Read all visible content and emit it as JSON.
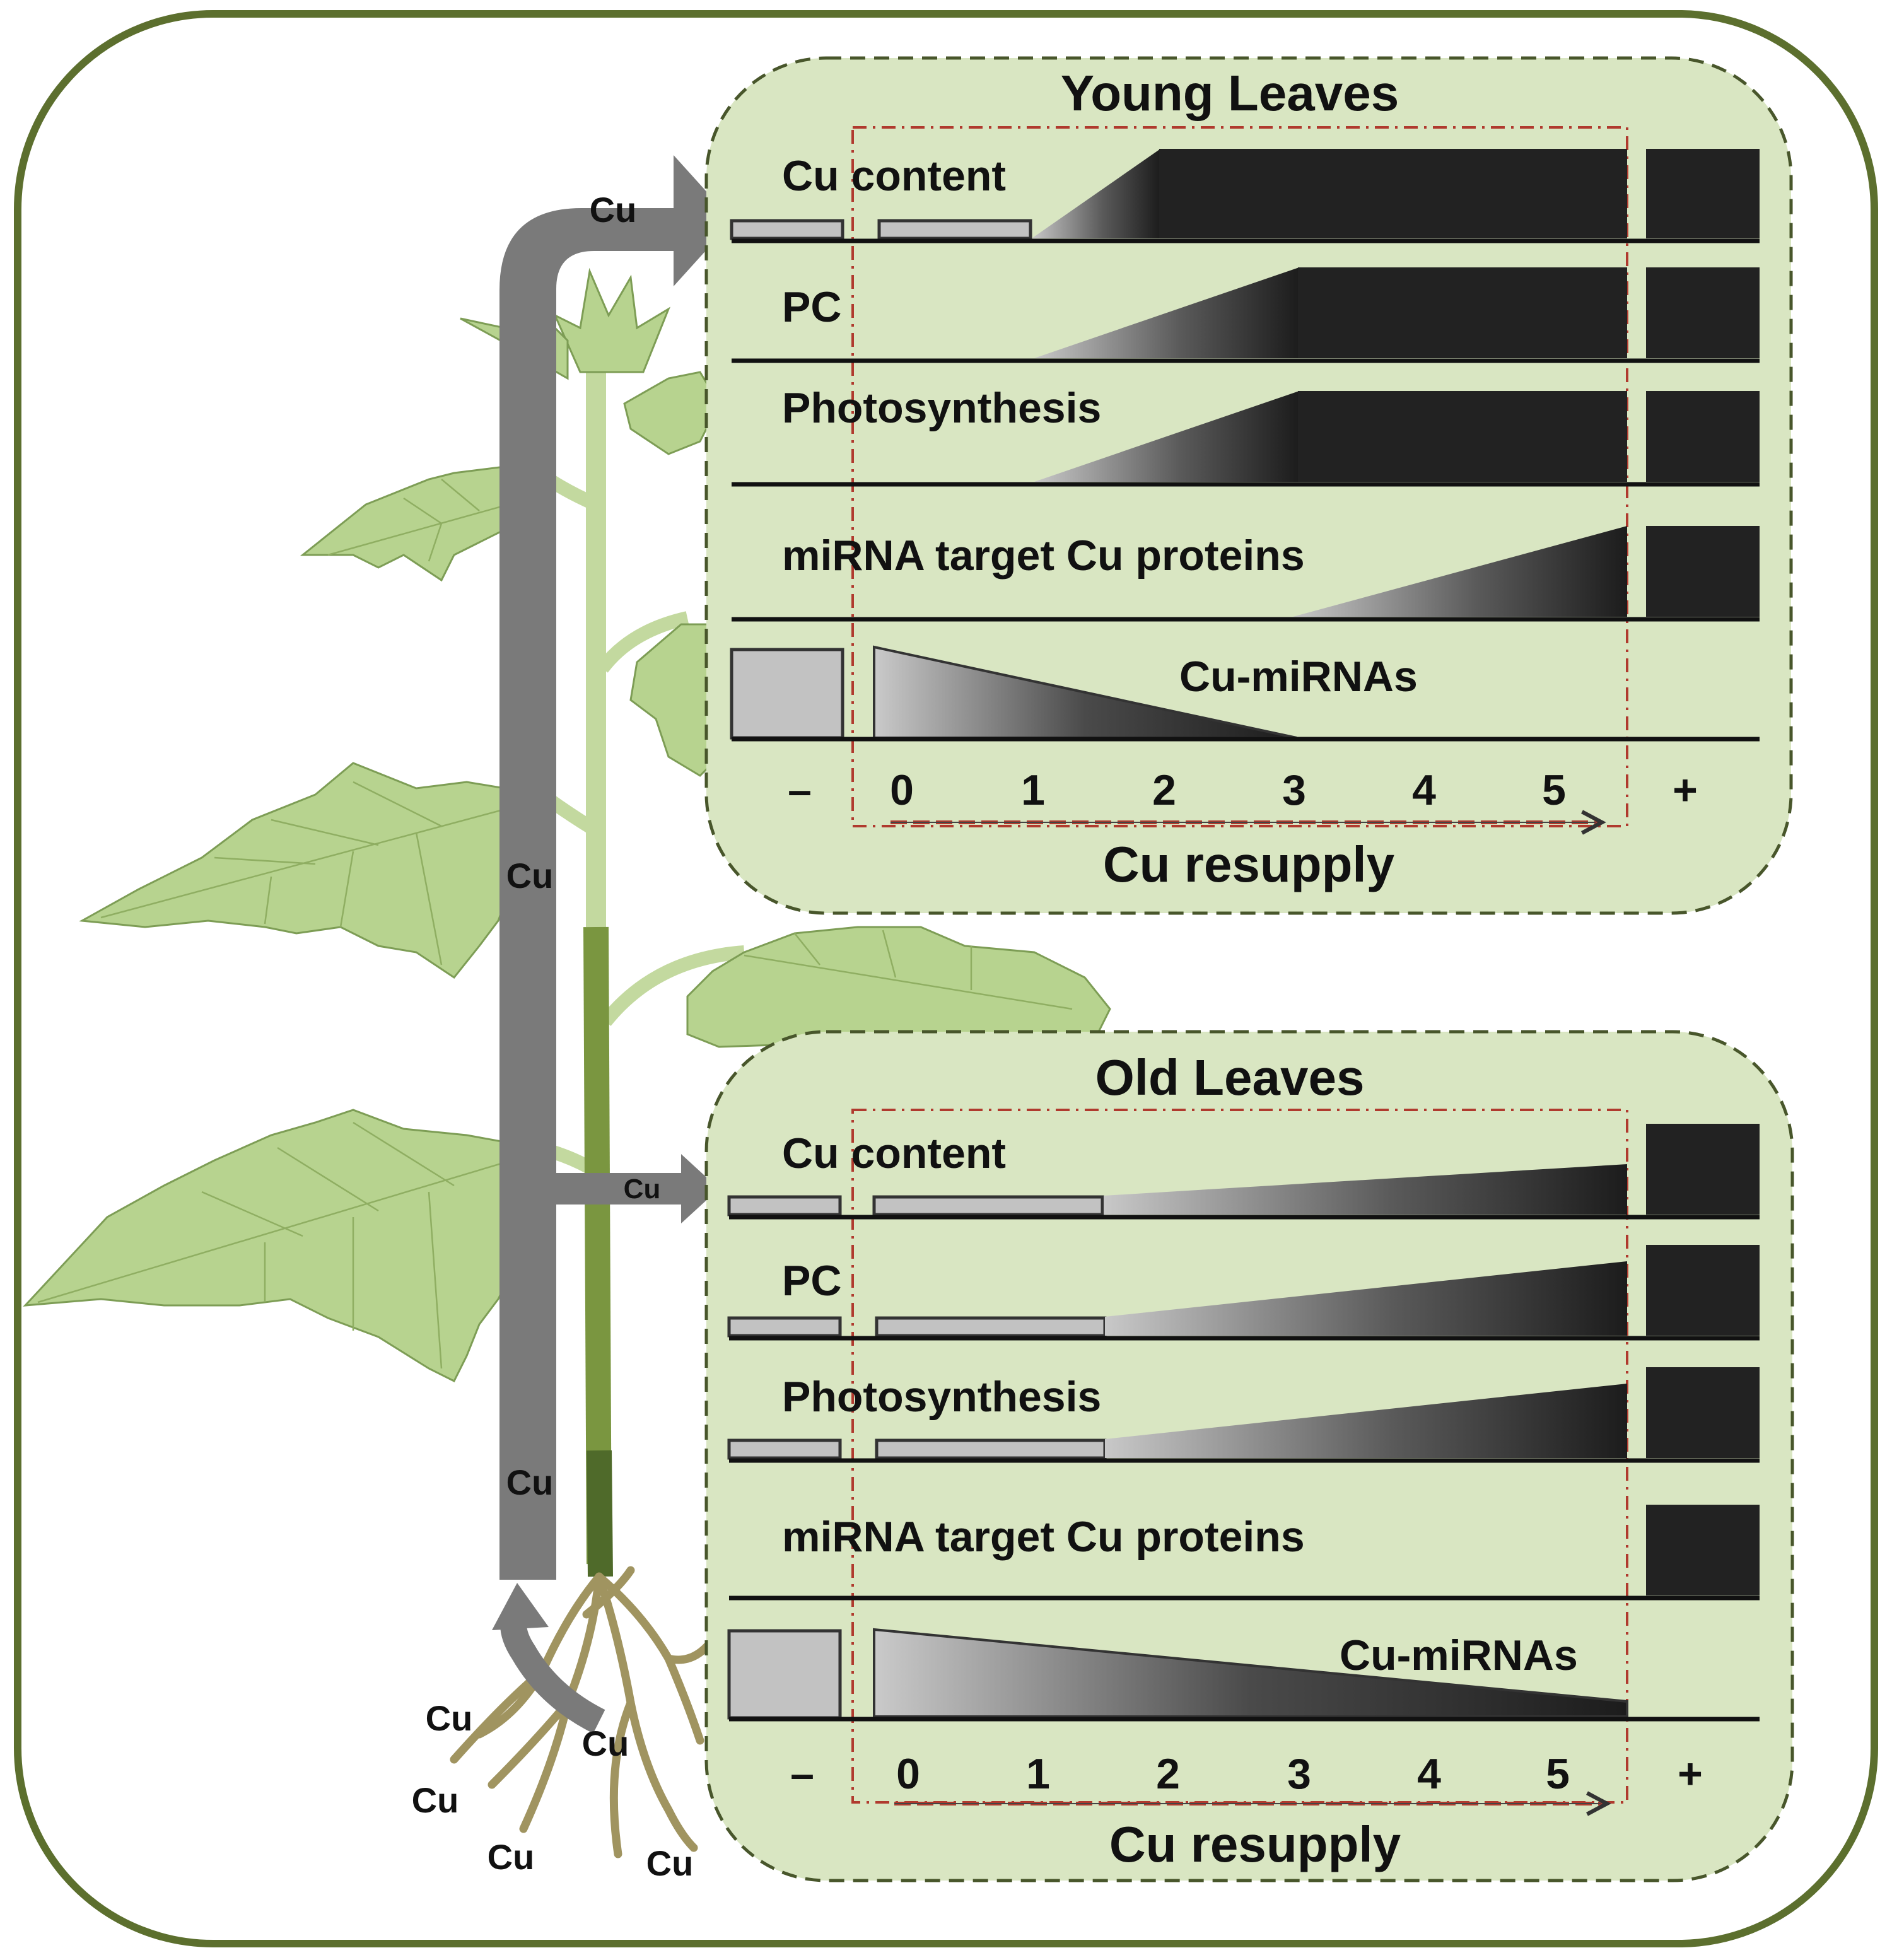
{
  "colors": {
    "frame": "#5c6f2e",
    "panel_fill": "#d9e6c2",
    "leaf_fill": "#b7d38f",
    "arrow_gray": "#7a7a7a",
    "bar_dark": "#222222",
    "bar_light": "#c2c2c2",
    "red_box": "#b03a2e",
    "root": "#a09460"
  },
  "plant": {
    "flow_label": "Cu",
    "root_labels": [
      "Cu",
      "Cu",
      "Cu",
      "Cu",
      "Cu"
    ]
  },
  "panels": [
    {
      "title": "Young Leaves",
      "rows": [
        {
          "label": "Cu content"
        },
        {
          "label": "PC"
        },
        {
          "label": "Photosynthesis"
        },
        {
          "label": "miRNA target Cu proteins"
        },
        {
          "label": "Cu-miRNAs"
        }
      ],
      "ticks": [
        "–",
        "0",
        "1",
        "2",
        "3",
        "4",
        "5",
        "+"
      ],
      "axis_label": "Cu resupply"
    },
    {
      "title": "Old Leaves",
      "rows": [
        {
          "label": "Cu content"
        },
        {
          "label": "PC"
        },
        {
          "label": "Photosynthesis"
        },
        {
          "label": "miRNA target Cu proteins"
        },
        {
          "label": "Cu-miRNAs"
        }
      ],
      "ticks": [
        "–",
        "0",
        "1",
        "2",
        "3",
        "4",
        "5",
        "+"
      ],
      "axis_label": "Cu resupply"
    }
  ]
}
